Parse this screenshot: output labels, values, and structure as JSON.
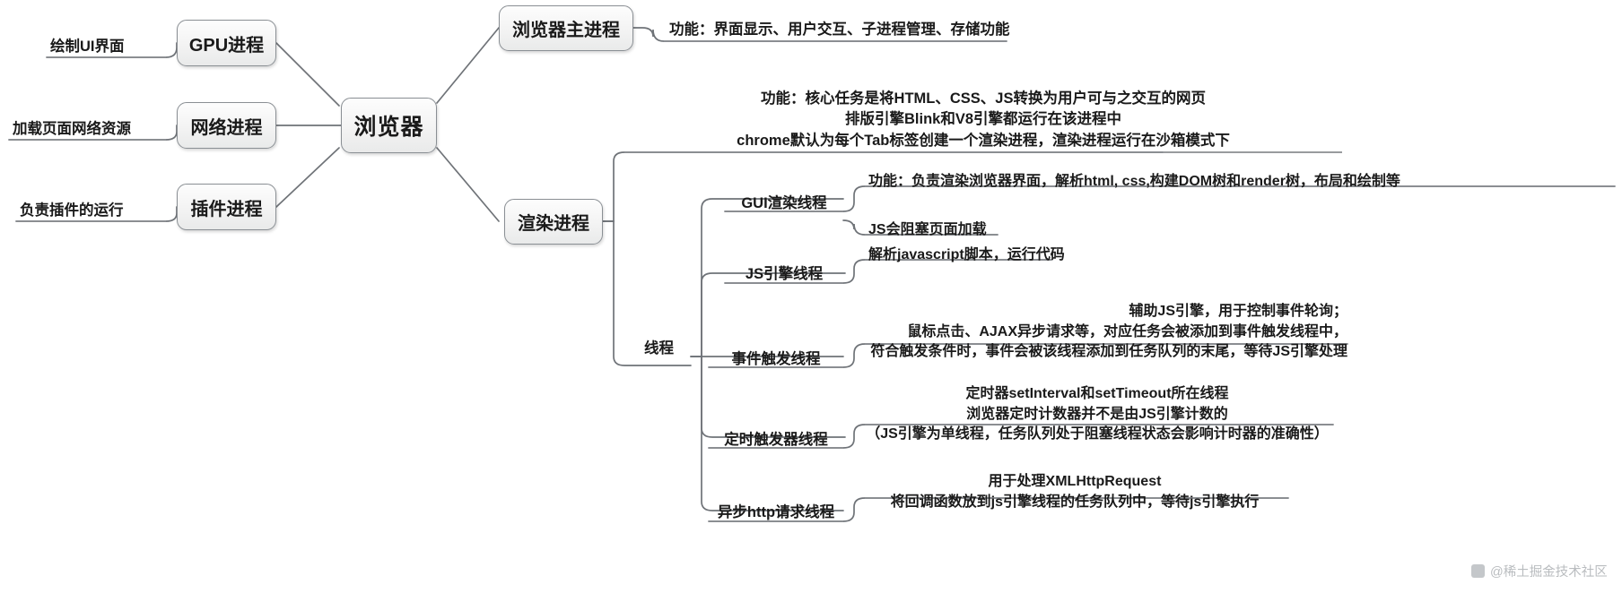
{
  "diagram": {
    "title": "浏览器进程与线程思维导图",
    "root": {
      "label": "浏览器"
    },
    "processes": [
      {
        "id": "gpu",
        "label": "GPU进程",
        "note": "绘制UI界面"
      },
      {
        "id": "net",
        "label": "网络进程",
        "note": "加载页面网络资源"
      },
      {
        "id": "plugin",
        "label": "插件进程",
        "note": "负责插件的运行"
      },
      {
        "id": "main",
        "label": "浏览器主进程",
        "note": "功能：界面显示、用户交互、子进程管理、存储功能"
      },
      {
        "id": "render",
        "label": "渲染进程",
        "note": ""
      }
    ],
    "render_notes": [
      "功能：核心任务是将HTML、CSS、JS转换为用户可与之交互的网页",
      "排版引擎Blink和V8引擎都运行在该进程中",
      "chrome默认为每个Tab标签创建一个渲染进程，渲染进程运行在沙箱模式下"
    ],
    "thread_group_label": "线程",
    "threads": [
      {
        "id": "gui",
        "label": "GUI渲染线程",
        "notes": [
          "功能：负责渲染浏览器界面，解析html, css,构建DOM树和render树，布局和绘制等"
        ],
        "sub_label": "JS会阻塞页面加载"
      },
      {
        "id": "jsengine",
        "label": "JS引擎线程",
        "notes": [
          "解析javascript脚本，运行代码"
        ],
        "sub_label": ""
      },
      {
        "id": "event",
        "label": "事件触发线程",
        "notes": [
          "辅助JS引擎，用于控制事件轮询；",
          "鼠标点击、AJAX异步请求等，对应任务会被添加到事件触发线程中，",
          "符合触发条件时，事件会被该线程添加到任务队列的末尾，等待JS引擎处理"
        ],
        "sub_label": ""
      },
      {
        "id": "timer",
        "label": "定时触发器线程",
        "notes": [
          "定时器setInterval和setTimeout所在线程",
          "浏览器定时计数器并不是由JS引擎计数的",
          "（JS引擎为单线程，任务队列处于阻塞线程状态会影响计时器的准确性）"
        ],
        "sub_label": ""
      },
      {
        "id": "asynchttp",
        "label": "异步http请求线程",
        "notes": [
          "用于处理XMLHttpRequest",
          "将回调函数放到js引擎线程的任务队列中，等待js引擎执行"
        ],
        "sub_label": ""
      }
    ],
    "watermark": "@稀土掘金技术社区",
    "colors": {
      "node_border": "#8a8f94",
      "wire": "#6f7378",
      "text": "#1a1a1a",
      "watermark": "#b9bcbf"
    }
  }
}
